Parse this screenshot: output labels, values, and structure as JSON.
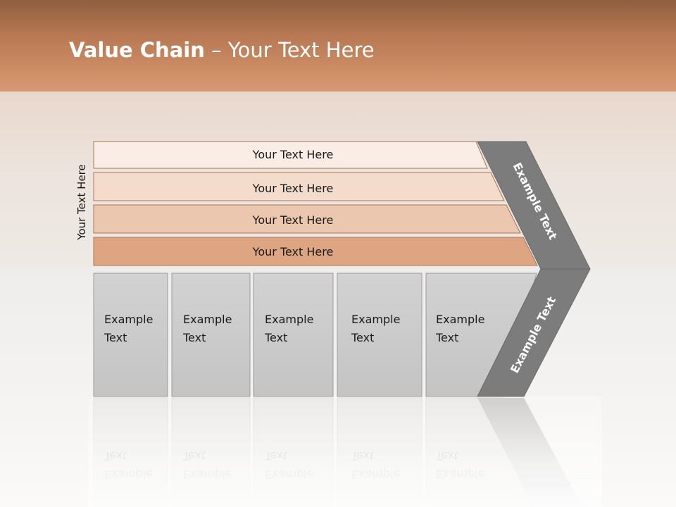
{
  "title": {
    "bold": "Value Chain",
    "rest": " – Your Text Here"
  },
  "side_label": "Your Text Here",
  "bars": [
    "Your Text Here",
    "Your Text Here",
    "Your Text Here",
    "Your Text Here"
  ],
  "columns": [
    {
      "line1": "Example",
      "line2": "Text"
    },
    {
      "line1": "Example",
      "line2": "Text"
    },
    {
      "line1": "Example",
      "line2": "Text"
    },
    {
      "line1": "Example",
      "line2": "Text"
    },
    {
      "line1": "Example",
      "line2": "Text"
    }
  ],
  "chevron": {
    "upper": "Example Text",
    "lower": "Example Text"
  },
  "colors": {
    "bar_fills": [
      "#f9ede6",
      "#f4dccd",
      "#ecc7b0",
      "#dea583"
    ],
    "bar_stroke": "#a97556",
    "column_fill": "#cfcfcf",
    "chevron_fill": "#7c7c7c"
  }
}
